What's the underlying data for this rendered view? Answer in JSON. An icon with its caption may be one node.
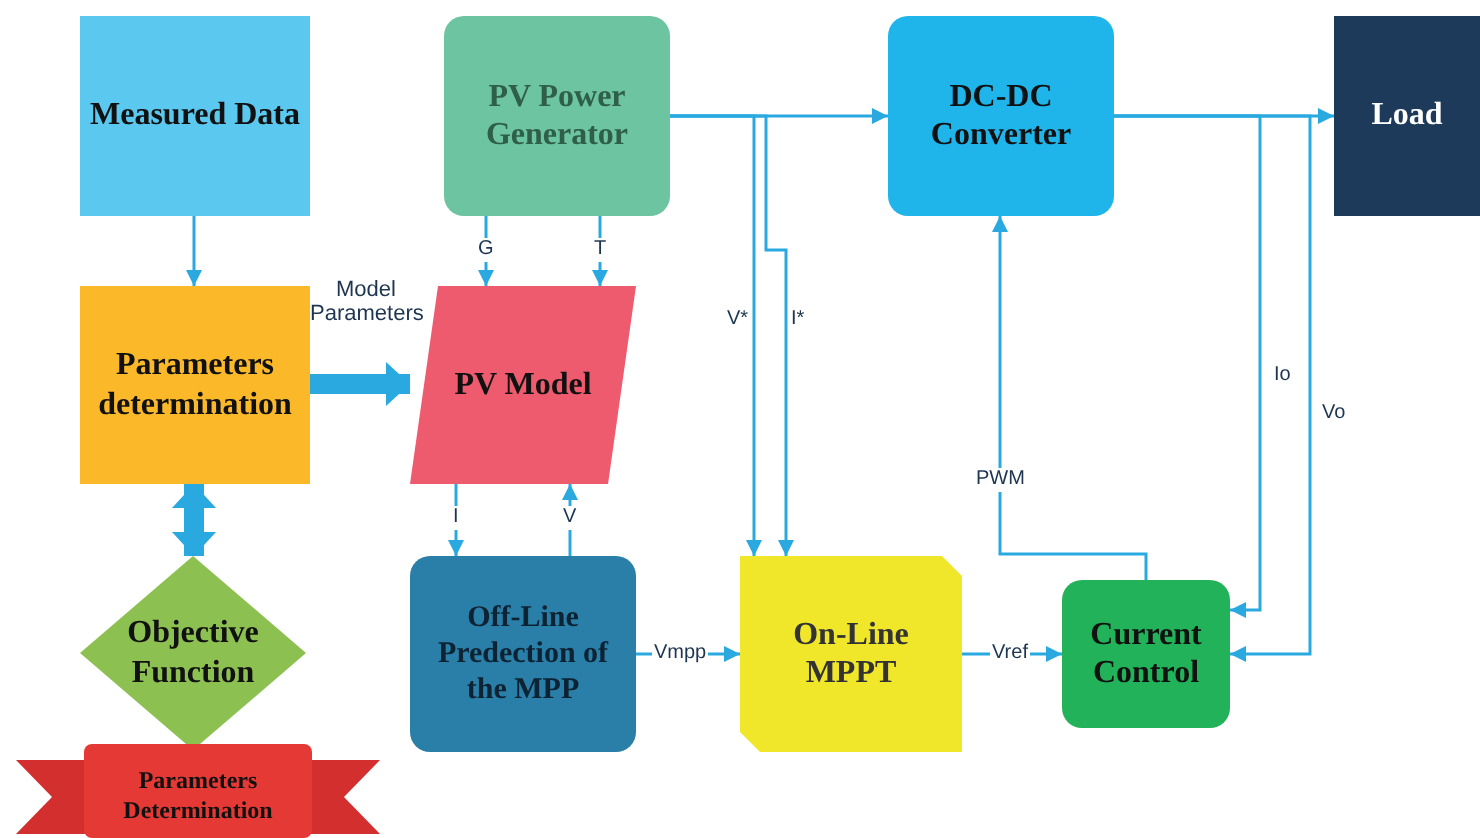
{
  "diagram": {
    "nodes": [
      {
        "text": [
          "Measured Data"
        ]
      },
      {
        "text": [
          "PV Power Generator"
        ]
      },
      {
        "text": [
          "DC-DC Converter"
        ]
      },
      {
        "text": [
          "Load"
        ]
      },
      {
        "text": [
          "Parameters determination"
        ]
      },
      {
        "text": [
          "PV Model"
        ]
      },
      {
        "text": [
          "Objective Function"
        ]
      },
      {
        "text": [
          "Parameters Determination"
        ]
      },
      {
        "text": [
          "Off-Line Predection of the MPP"
        ]
      },
      {
        "text": [
          "On-Line MPPT"
        ]
      },
      {
        "text": [
          "Current Control"
        ]
      }
    ],
    "edges": [
      {
        "from": 0,
        "to": 4,
        "arrow": "to"
      },
      {
        "from": 1,
        "to": 5,
        "arrow": "to",
        "label": "G"
      },
      {
        "from": 1,
        "to": 5,
        "arrow": "to",
        "label": "T"
      },
      {
        "from": 4,
        "to": 5,
        "arrow": "to",
        "label": "Model Parameters",
        "style": "thick"
      },
      {
        "from": 4,
        "to": 6,
        "arrow": "both",
        "style": "thick"
      },
      {
        "from": 5,
        "to": 8,
        "arrow": "to",
        "label": "I"
      },
      {
        "from": 8,
        "to": 5,
        "arrow": "to",
        "label": "V"
      },
      {
        "from": 8,
        "to": 9,
        "arrow": "to",
        "label": "Vmpp"
      },
      {
        "from": 1,
        "to": 2,
        "arrow": "to"
      },
      {
        "from": 1,
        "to": 9,
        "arrow": "to",
        "label": "V*"
      },
      {
        "from": 1,
        "to": 9,
        "arrow": "to",
        "label": "I*"
      },
      {
        "from": 2,
        "to": 3,
        "arrow": "to"
      },
      {
        "from": 9,
        "to": 10,
        "arrow": "to",
        "label": "Vref"
      },
      {
        "from": 10,
        "to": 2,
        "arrow": "to",
        "label": "PWM"
      },
      {
        "from": 2,
        "to": 10,
        "arrow": "to",
        "label": "Io"
      },
      {
        "from": 2,
        "to": 10,
        "arrow": "to",
        "label": "Vo"
      }
    ]
  }
}
